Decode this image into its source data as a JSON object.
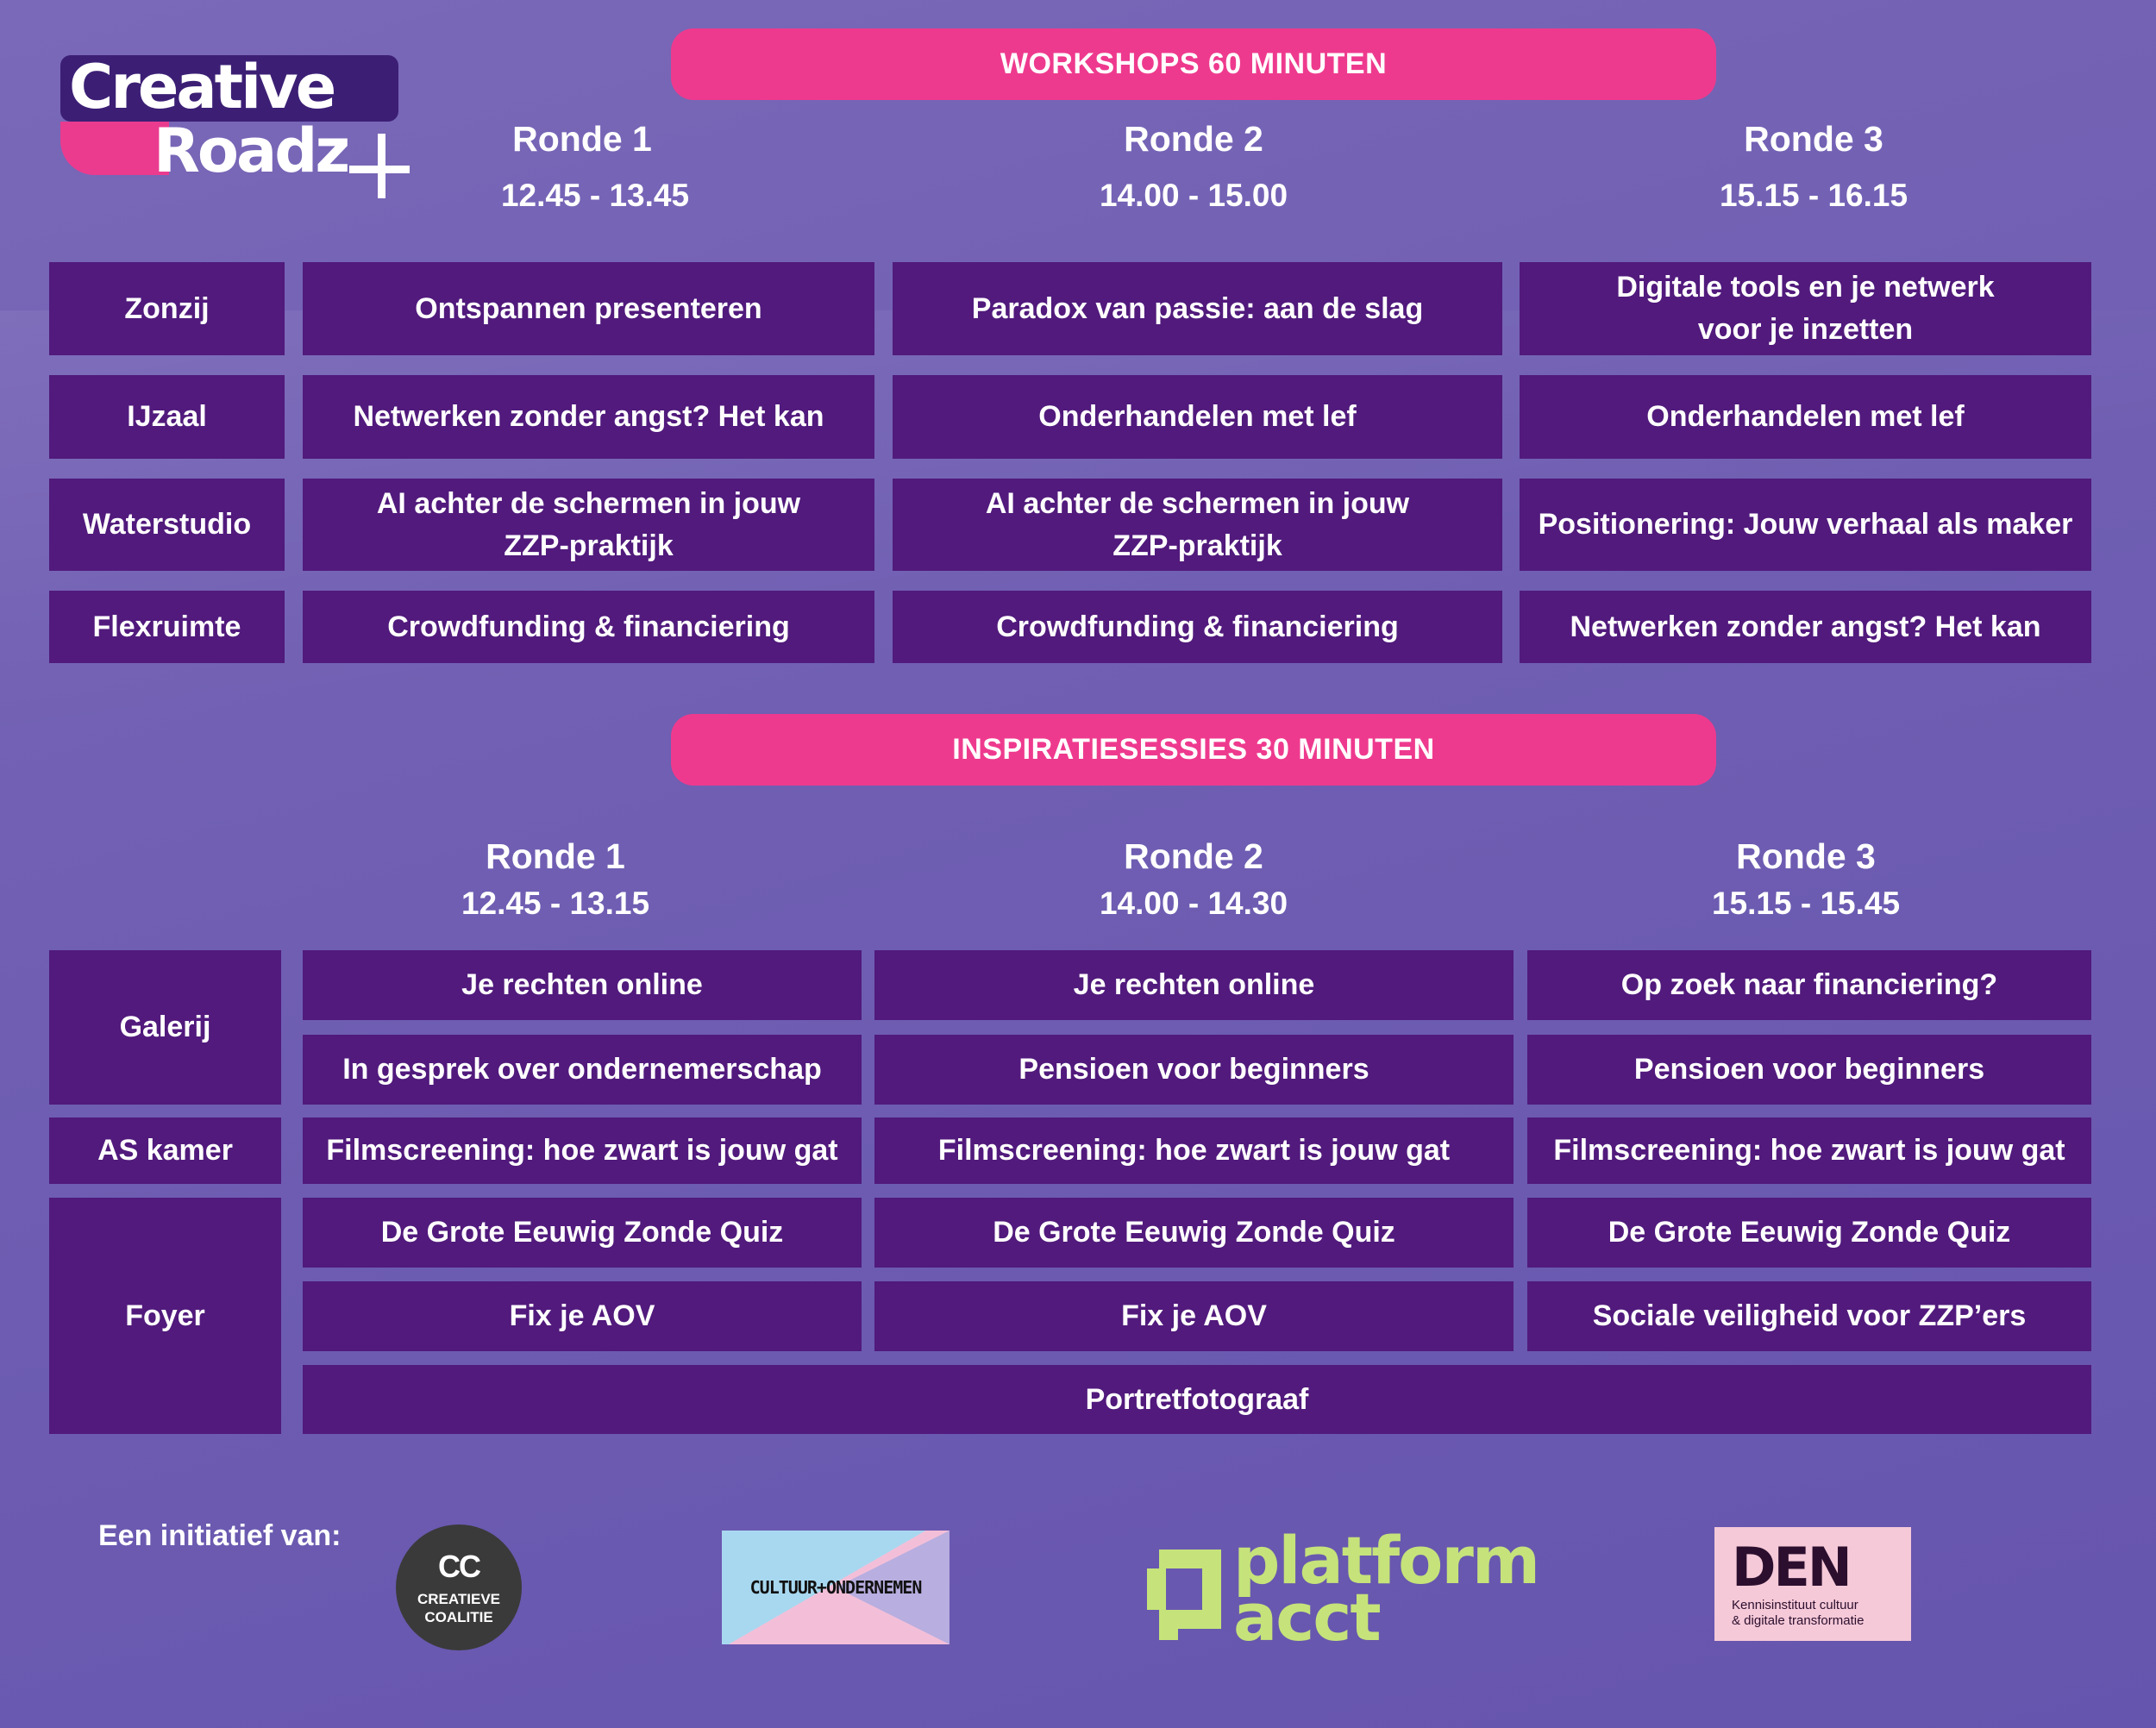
{
  "logo": {
    "line1": "Creative",
    "line2": "Roadz"
  },
  "workshops": {
    "title": "WORKSHOPS 60 MINUTEN",
    "rounds": [
      {
        "label": "Ronde 1",
        "time": "12.45 - 13.45"
      },
      {
        "label": "Ronde 2",
        "time": "14.00 - 15.00"
      },
      {
        "label": "Ronde 3",
        "time": "15.15 - 16.15"
      }
    ],
    "rows": [
      {
        "room": "Zonzij",
        "cells": [
          "Ontspannen presenteren",
          "Paradox van passie: aan de slag",
          "Digitale tools en je netwerk\nvoor je inzetten"
        ]
      },
      {
        "room": "IJzaal",
        "cells": [
          "Netwerken zonder angst? Het kan",
          "Onderhandelen met lef",
          "Onderhandelen met lef"
        ]
      },
      {
        "room": "Waterstudio",
        "cells": [
          "AI achter de schermen in jouw\nZZP-praktijk",
          "AI achter de schermen in jouw\nZZP-praktijk",
          "Positionering: Jouw verhaal als maker"
        ]
      },
      {
        "room": "Flexruimte",
        "cells": [
          "Crowdfunding & financiering",
          "Crowdfunding & financiering",
          "Netwerken zonder angst? Het kan"
        ]
      }
    ]
  },
  "inspiratie": {
    "title": "INSPIRATIESESSIES 30 MINUTEN",
    "rounds": [
      {
        "label": "Ronde 1",
        "time": "12.45 - 13.15"
      },
      {
        "label": "Ronde 2",
        "time": "14.00 - 14.30"
      },
      {
        "label": "Ronde 3",
        "time": "15.15 - 15.45"
      }
    ],
    "rooms": {
      "galerij": "Galerij",
      "as_kamer": "AS kamer",
      "foyer": "Foyer"
    },
    "galerij_row1": [
      "Je rechten online",
      "Je rechten online",
      "Op zoek naar financiering?"
    ],
    "galerij_row2": [
      "In gesprek over ondernemerschap",
      "Pensioen voor beginners",
      "Pensioen voor beginners"
    ],
    "as_kamer_row": [
      "Filmscreening: hoe zwart is jouw gat",
      "Filmscreening: hoe zwart  is jouw gat",
      "Filmscreening: hoe zwart is jouw gat"
    ],
    "foyer_row1": [
      "De Grote Eeuwig Zonde Quiz",
      "De Grote Eeuwig Zonde Quiz",
      "De Grote Eeuwig Zonde Quiz"
    ],
    "foyer_row2": [
      "Fix je AOV",
      "Fix je AOV",
      "Sociale veiligheid voor ZZP’ers"
    ],
    "foyer_full": "Portretfotograaf"
  },
  "partners": {
    "label": "Een initiatief van:",
    "creatieve_coalitie": {
      "mark": "CC",
      "line1": "CREATIEVE",
      "line2": "COALITIE"
    },
    "cultuur_ondernemen": "CULTUUR+ONDERNEMEN",
    "platform_acct": {
      "line1": "platform",
      "line2": "acct"
    },
    "den": {
      "mark": "DEN",
      "line1": "Kennisinstituut cultuur",
      "line2": "& digitale transformatie"
    }
  },
  "colors": {
    "background": "#6f5eb2",
    "cell": "#511a7c",
    "banner": "#ee3a8e",
    "acct": "#c5e37a"
  }
}
